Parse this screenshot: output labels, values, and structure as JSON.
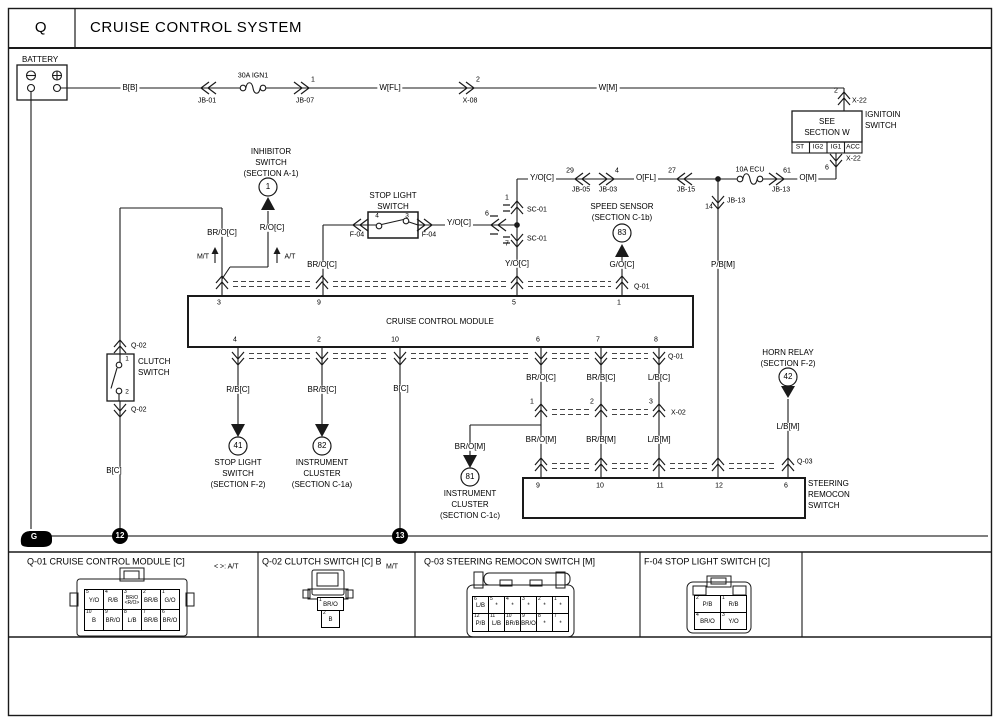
{
  "header": {
    "code": "Q",
    "title": "CRUISE CONTROL SYSTEM"
  },
  "power": {
    "battery": "BATTERY",
    "b_b": "B[B]",
    "jb01": "JB-01",
    "fuse": "30A IGN1",
    "jb07_pin": "1",
    "jb07": "JB-07",
    "w_fl": "W[FL]",
    "x08_pin": "2",
    "x08": "X-08",
    "w_m": "W[M]",
    "x22_pin": "2",
    "x22": "X-22"
  },
  "ignition": {
    "line1": "SEE",
    "line2": "SECTION W",
    "term_st": "ST",
    "term_ig2": "IG2",
    "term_ig1": "IG1",
    "term_acc": "ACC",
    "name1": "IGNITOIN",
    "name2": "SWITCH",
    "x22_pin": "6",
    "x22": "X-22"
  },
  "ig_feed": {
    "y_oc": "Y/O[C]",
    "jb05_pin": "29",
    "jb05": "JB-05",
    "jb03_pin": "4",
    "jb03": "JB-03",
    "o_fl": "O[FL]",
    "jb15_pin": "27",
    "jb15": "JB-15",
    "fuse": "10A ECU",
    "jb13_pin": "61",
    "jb13": "JB-13",
    "o_m": "O[M]",
    "jb13b_pin": "14",
    "jb13b": "JB-13",
    "p_bm": "P/B[M]"
  },
  "speed_sensor": {
    "line1": "SPEED SENSOR",
    "line2": "(SECTION C-1b)",
    "ref": "83",
    "wire": "G/O[C]"
  },
  "sc": {
    "pin1": "1",
    "sc01a": "SC-01",
    "pin6": "6",
    "pin7": "7",
    "sc01b": "SC-01",
    "y_oc": "Y/O[C]"
  },
  "stop_sw": {
    "line1": "STOP LIGHT",
    "line2": "SWITCH",
    "pin4": "4",
    "pin3": "3",
    "f04a": "F-04",
    "f04b": "F-04",
    "y_oc": "Y/O[C]",
    "br_oc": "BR/O[C]"
  },
  "inhibitor": {
    "line1": "INHIBITOR",
    "line2": "SWITCH",
    "line3": "(SECTION A-1)",
    "ref": "1",
    "br_oc": "BR/O[C]",
    "r_oc": "R/O[C]",
    "mt": "M/T",
    "at": "A/T"
  },
  "module": {
    "name": "CRUISE CONTROL MODULE",
    "top_pins": [
      "3",
      "9",
      "5",
      "1"
    ],
    "q01_top": "Q-01",
    "bottom_pins": [
      "4",
      "2",
      "10",
      "6",
      "7",
      "8"
    ],
    "q01_bottom": "Q-01",
    "wires": [
      "R/B[C]",
      "BR/B[C]",
      "B[C]",
      "BR/O[C]",
      "BR/B[C]",
      "L/B[C]"
    ]
  },
  "x02": {
    "pins": [
      "1",
      "2",
      "3"
    ],
    "name": "X-02",
    "wires": [
      "BR/O[M]",
      "BR/B[M]",
      "L/B[M]"
    ]
  },
  "dest41": {
    "ref": "41",
    "line1": "STOP LIGHT",
    "line2": "SWITCH",
    "line3": "(SECTION F-2)"
  },
  "dest82": {
    "ref": "82",
    "line1": "INSTRUMENT",
    "line2": "CLUSTER",
    "line3": "(SECTION C-1a)"
  },
  "dest81": {
    "ref": "81",
    "wire": "BR/O[M]",
    "line1": "INSTRUMENT",
    "line2": "CLUSTER",
    "line3": "(SECTION C-1c)"
  },
  "horn": {
    "line1": "HORN RELAY",
    "line2": "(SECTION F-2)",
    "ref": "42",
    "wire": "L/B[M]"
  },
  "remocon": {
    "q03": "Q-03",
    "pins": [
      "9",
      "10",
      "11",
      "12",
      "6"
    ],
    "name1": "STEERING",
    "name2": "REMOCON",
    "name3": "SWITCH"
  },
  "clutch": {
    "q02a": "Q-02",
    "name1": "CLUTCH",
    "name2": "SWITCH",
    "pin1": "1",
    "pin2": "2",
    "q02b": "Q-02",
    "wire": "B[C]"
  },
  "ground": {
    "g": "G",
    "n12": "12",
    "n13": "13"
  },
  "strip": {
    "q01": {
      "title": "Q-01 CRUISE CONTROL MODULE [C]",
      "note": "< >: A/T",
      "row1": [
        {
          "p": "5",
          "c": "Y/O"
        },
        {
          "p": "4",
          "c": "R/B"
        },
        {
          "p": "3",
          "c": "BR/O",
          "s": "<R/O>"
        },
        {
          "p": "2",
          "c": "BR/B"
        },
        {
          "p": "1",
          "c": "G/O"
        }
      ],
      "row2": [
        {
          "p": "10",
          "c": "B"
        },
        {
          "p": "9",
          "c": "BR/O"
        },
        {
          "p": "8",
          "c": "L/B"
        },
        {
          "p": "7",
          "c": "BR/B"
        },
        {
          "p": "6",
          "c": "BR/O"
        }
      ]
    },
    "q02": {
      "title": "Q-02 CLUTCH SWITCH [C] B",
      "note": "M/T",
      "row1": [
        {
          "p": "1",
          "c": "BR/O"
        }
      ],
      "row2": [
        {
          "p": "2",
          "c": "B"
        }
      ]
    },
    "q03": {
      "title": "Q-03 STEERING REMOCON SWITCH [M]",
      "row1": [
        {
          "p": "6",
          "c": "L/B"
        },
        {
          "p": "5",
          "c": "*"
        },
        {
          "p": "4",
          "c": "*"
        },
        {
          "p": "3",
          "c": "*"
        },
        {
          "p": "2",
          "c": "*"
        },
        {
          "p": "1",
          "c": "*"
        }
      ],
      "row2": [
        {
          "p": "12",
          "c": "P/B"
        },
        {
          "p": "11",
          "c": "L/B"
        },
        {
          "p": "10",
          "c": "BR/B"
        },
        {
          "p": "9",
          "c": "BR/O"
        },
        {
          "p": "8",
          "c": "*"
        },
        {
          "p": "7",
          "c": "*"
        }
      ]
    },
    "f04": {
      "title": "F-04 STOP LIGHT SWITCH [C]",
      "row1": [
        {
          "p": "2",
          "c": "P/B"
        },
        {
          "p": "1",
          "c": "R/B"
        }
      ],
      "row2": [
        {
          "p": "4",
          "c": "BR/O"
        },
        {
          "p": "3",
          "c": "Y/O"
        }
      ]
    }
  }
}
